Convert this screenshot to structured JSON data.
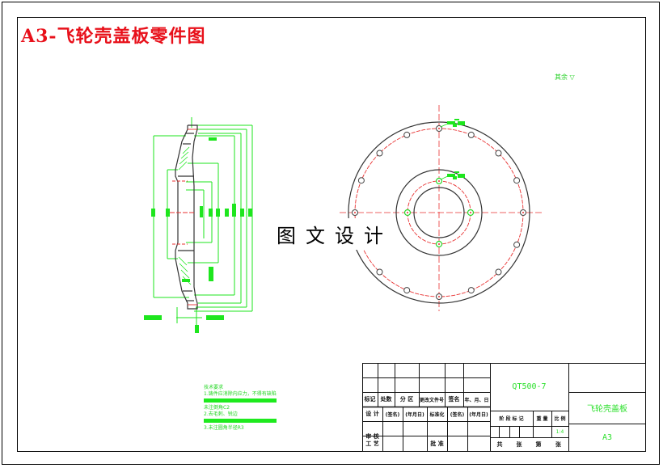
{
  "drawing": {
    "title": "A3-飞轮壳盖板零件图",
    "watermark": "图文设计",
    "surface_roughness_note": "其余 ▽",
    "colors": {
      "title": "#e8101a",
      "outline": "#000000",
      "dimension": "#1ee61e",
      "centerline": "#e83030",
      "geometry": "#333333"
    }
  },
  "technical_requirements": {
    "heading": "技术要求",
    "lines": [
      "1.铸件应消除内应力，不得有缺陷",
      "未注倒角C2",
      "2.去毛刺、锐边",
      "3.未注圆角半径R3"
    ]
  },
  "title_block": {
    "material": "QT500-7",
    "part_name": "飞轮壳盖板",
    "sheet_size": "A3",
    "scale": "1:4",
    "revision_headers": [
      "标记",
      "处数",
      "分 区",
      "更改文件号",
      "签名",
      "年、月、日"
    ],
    "design_row": [
      "设 计",
      "(签名)",
      "(年月日)",
      "标准化",
      "(签名)",
      "(年月日)"
    ],
    "review_label": "审 核",
    "process_label": "工 艺",
    "approve_label": "批 准",
    "stage_headers": [
      "阶 段 标 记",
      "重 量",
      "比 例"
    ],
    "sheet_footer": [
      "共",
      "张",
      "第",
      "张"
    ]
  }
}
